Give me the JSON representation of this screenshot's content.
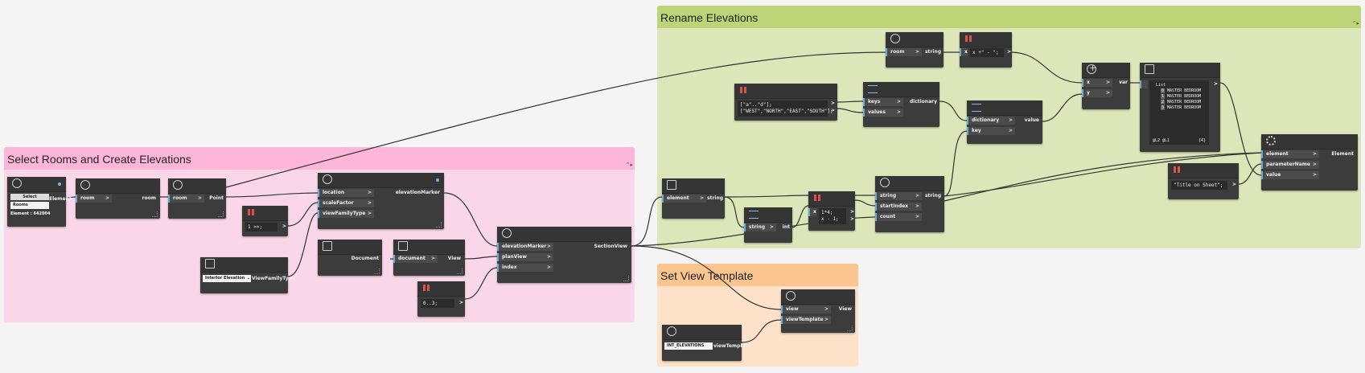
{
  "groups": {
    "select": {
      "title": "Select Rooms and Create Elevations",
      "color": "#fad7e8",
      "head": "#fdb5d8"
    },
    "rename": {
      "title": "Rename Elevations",
      "color": "#dde6b8",
      "head": "#bed577"
    },
    "template": {
      "title": "Set View Template",
      "color": "#fde1c8",
      "head": "#fbc590"
    }
  },
  "nodes": {
    "select_element": {
      "button": "Select",
      "value": "Rooms",
      "info": "Element : 642004",
      "out": "Element"
    },
    "room_node": {
      "in": "room",
      "out": "room"
    },
    "point_node": {
      "in": "room",
      "out": "Point"
    },
    "number_block": {
      "code": "1 >>;"
    },
    "family_type": {
      "value": "Interior Elevation",
      "out": "ViewFamilyType"
    },
    "marker_node": {
      "ports": [
        "location",
        "scaleFactor",
        "viewFamilyType"
      ],
      "out": "elevationMarker"
    },
    "document_node": {
      "out": "Document"
    },
    "view_node": {
      "in": "document",
      "out": "View"
    },
    "range_block": {
      "code": "0..3;"
    },
    "section_node": {
      "ports": [
        "elevationMarker",
        "planView",
        "index"
      ],
      "out": "SectionView"
    },
    "template_node": {
      "value": "INT_ELEVATIONS",
      "out": "viewTemplate"
    },
    "setview_node": {
      "ports": [
        "view",
        "viewTemplate"
      ],
      "out": "View"
    },
    "room_string": {
      "in": "room",
      "out": "string"
    },
    "concat_block": {
      "in": "x",
      "code": "x +\" - \";"
    },
    "letters_block": {
      "code": "[\"a\"..\"d\"];\n[\"WEST\",\"NORTH\",\"EAST\",\"SOUTH\"];"
    },
    "dict_node": {
      "ports": [
        "keys",
        "values"
      ],
      "out": "dictionary"
    },
    "value_node": {
      "ports": [
        "dictionary",
        "key"
      ],
      "out": "value"
    },
    "add_node": {
      "ports": [
        "x",
        "y"
      ],
      "out": "var"
    },
    "watch_node": {
      "title": "List",
      "items": [
        "MASTER BEDROOM",
        "MASTER BEDROOM",
        "MASTER BEDROOM",
        "MASTER BEDROOM"
      ],
      "idx": [
        "0",
        "1",
        "2",
        "3"
      ],
      "footer_left": "@L2 @L1",
      "footer_right": "{4}"
    },
    "elem_string": {
      "in": "element",
      "out": "string"
    },
    "count_node": {
      "in": "string",
      "out": "int"
    },
    "sub_block": {
      "in": "x",
      "code": "1*4;\nx - 1;"
    },
    "substr_node": {
      "ports": [
        "string",
        "startIndex",
        "count"
      ],
      "out": "string"
    },
    "param_block": {
      "code": "\"Title on Sheet\";"
    },
    "setparam_node": {
      "ports": [
        "element",
        "parameterName",
        "value"
      ],
      "out": "Element"
    }
  }
}
